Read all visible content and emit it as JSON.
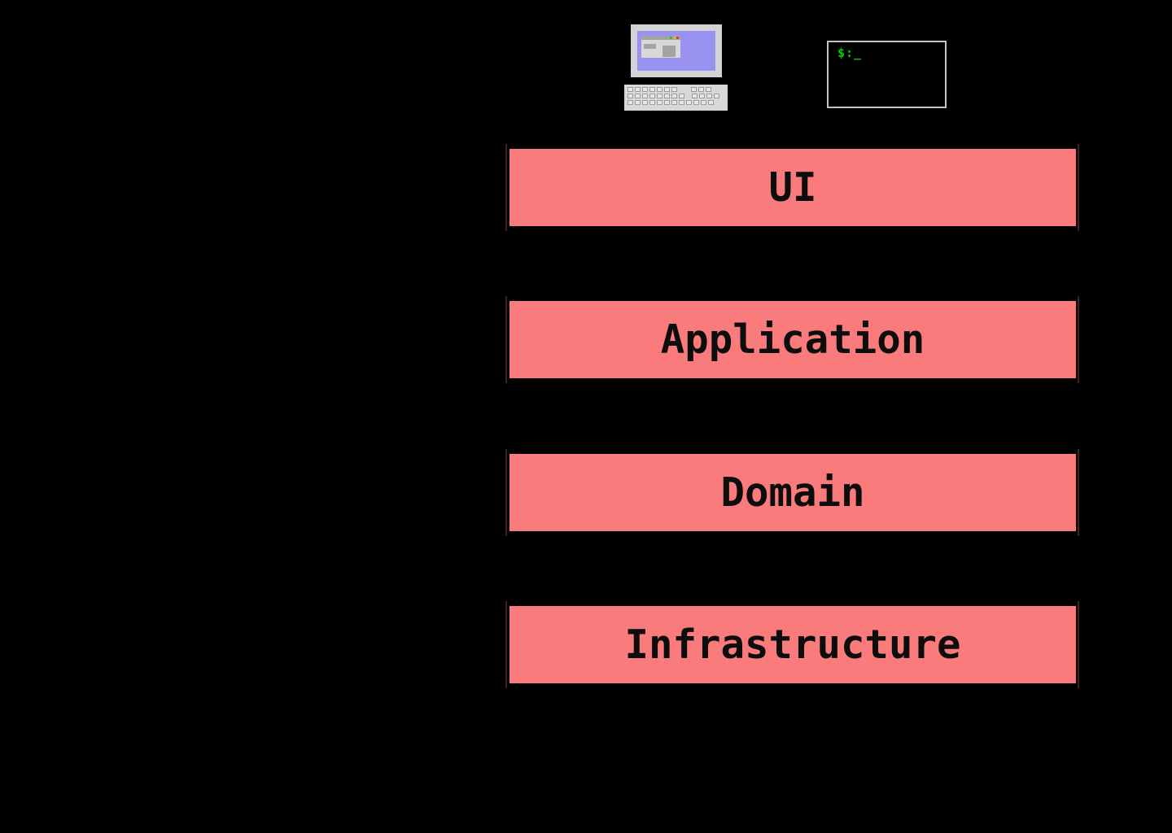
{
  "diagram": {
    "type": "layered-architecture",
    "layers": [
      {
        "label": "UI"
      },
      {
        "label": "Application"
      },
      {
        "label": "Domain"
      },
      {
        "label": "Infrastructure"
      }
    ]
  },
  "icons": {
    "computer": "desktop-computer-with-keyboard",
    "terminal": "terminal-window",
    "terminal_prompt": "$:_"
  },
  "colors": {
    "background": "#000000",
    "layer_fill": "#fa7b7b",
    "layer_stroke": "#402020",
    "layer_text": "#0d0d0d",
    "monitor_frame": "#d3d3d3",
    "monitor_screen": "#9a92f0",
    "window_gray": "#a3a3a3",
    "terminal_border": "#c4c4c4",
    "terminal_text_green": "#00cc00",
    "traffic_dots": [
      "#2eb82e",
      "#e6b41e",
      "#e03131"
    ]
  }
}
